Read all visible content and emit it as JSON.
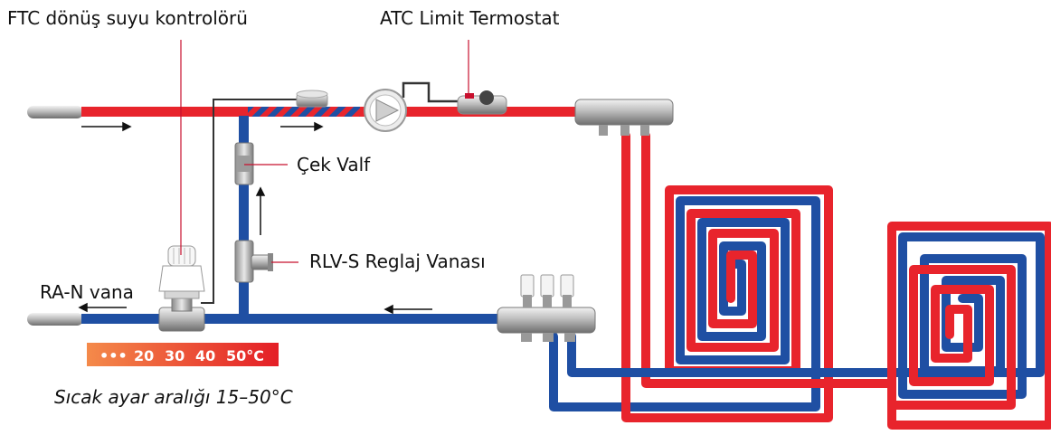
{
  "labels": {
    "ftc": "FTC dönüş suyu kontrolörü",
    "atc": "ATC Limit Termostat",
    "cek_valf": "Çek Valf",
    "rlv": "RLV-S Reglaj Vanası",
    "ran": "RA-N vana",
    "range_caption": "Sıcak ayar aralığı 15–50°C"
  },
  "scale": {
    "dots": "•••",
    "values": [
      "20",
      "30",
      "40",
      "50°C"
    ]
  },
  "colors": {
    "supply": "#e8242c",
    "return": "#1f4fa3",
    "scale_start": "#f48a4a",
    "scale_end": "#e41e26",
    "leader": "#c8102e"
  }
}
